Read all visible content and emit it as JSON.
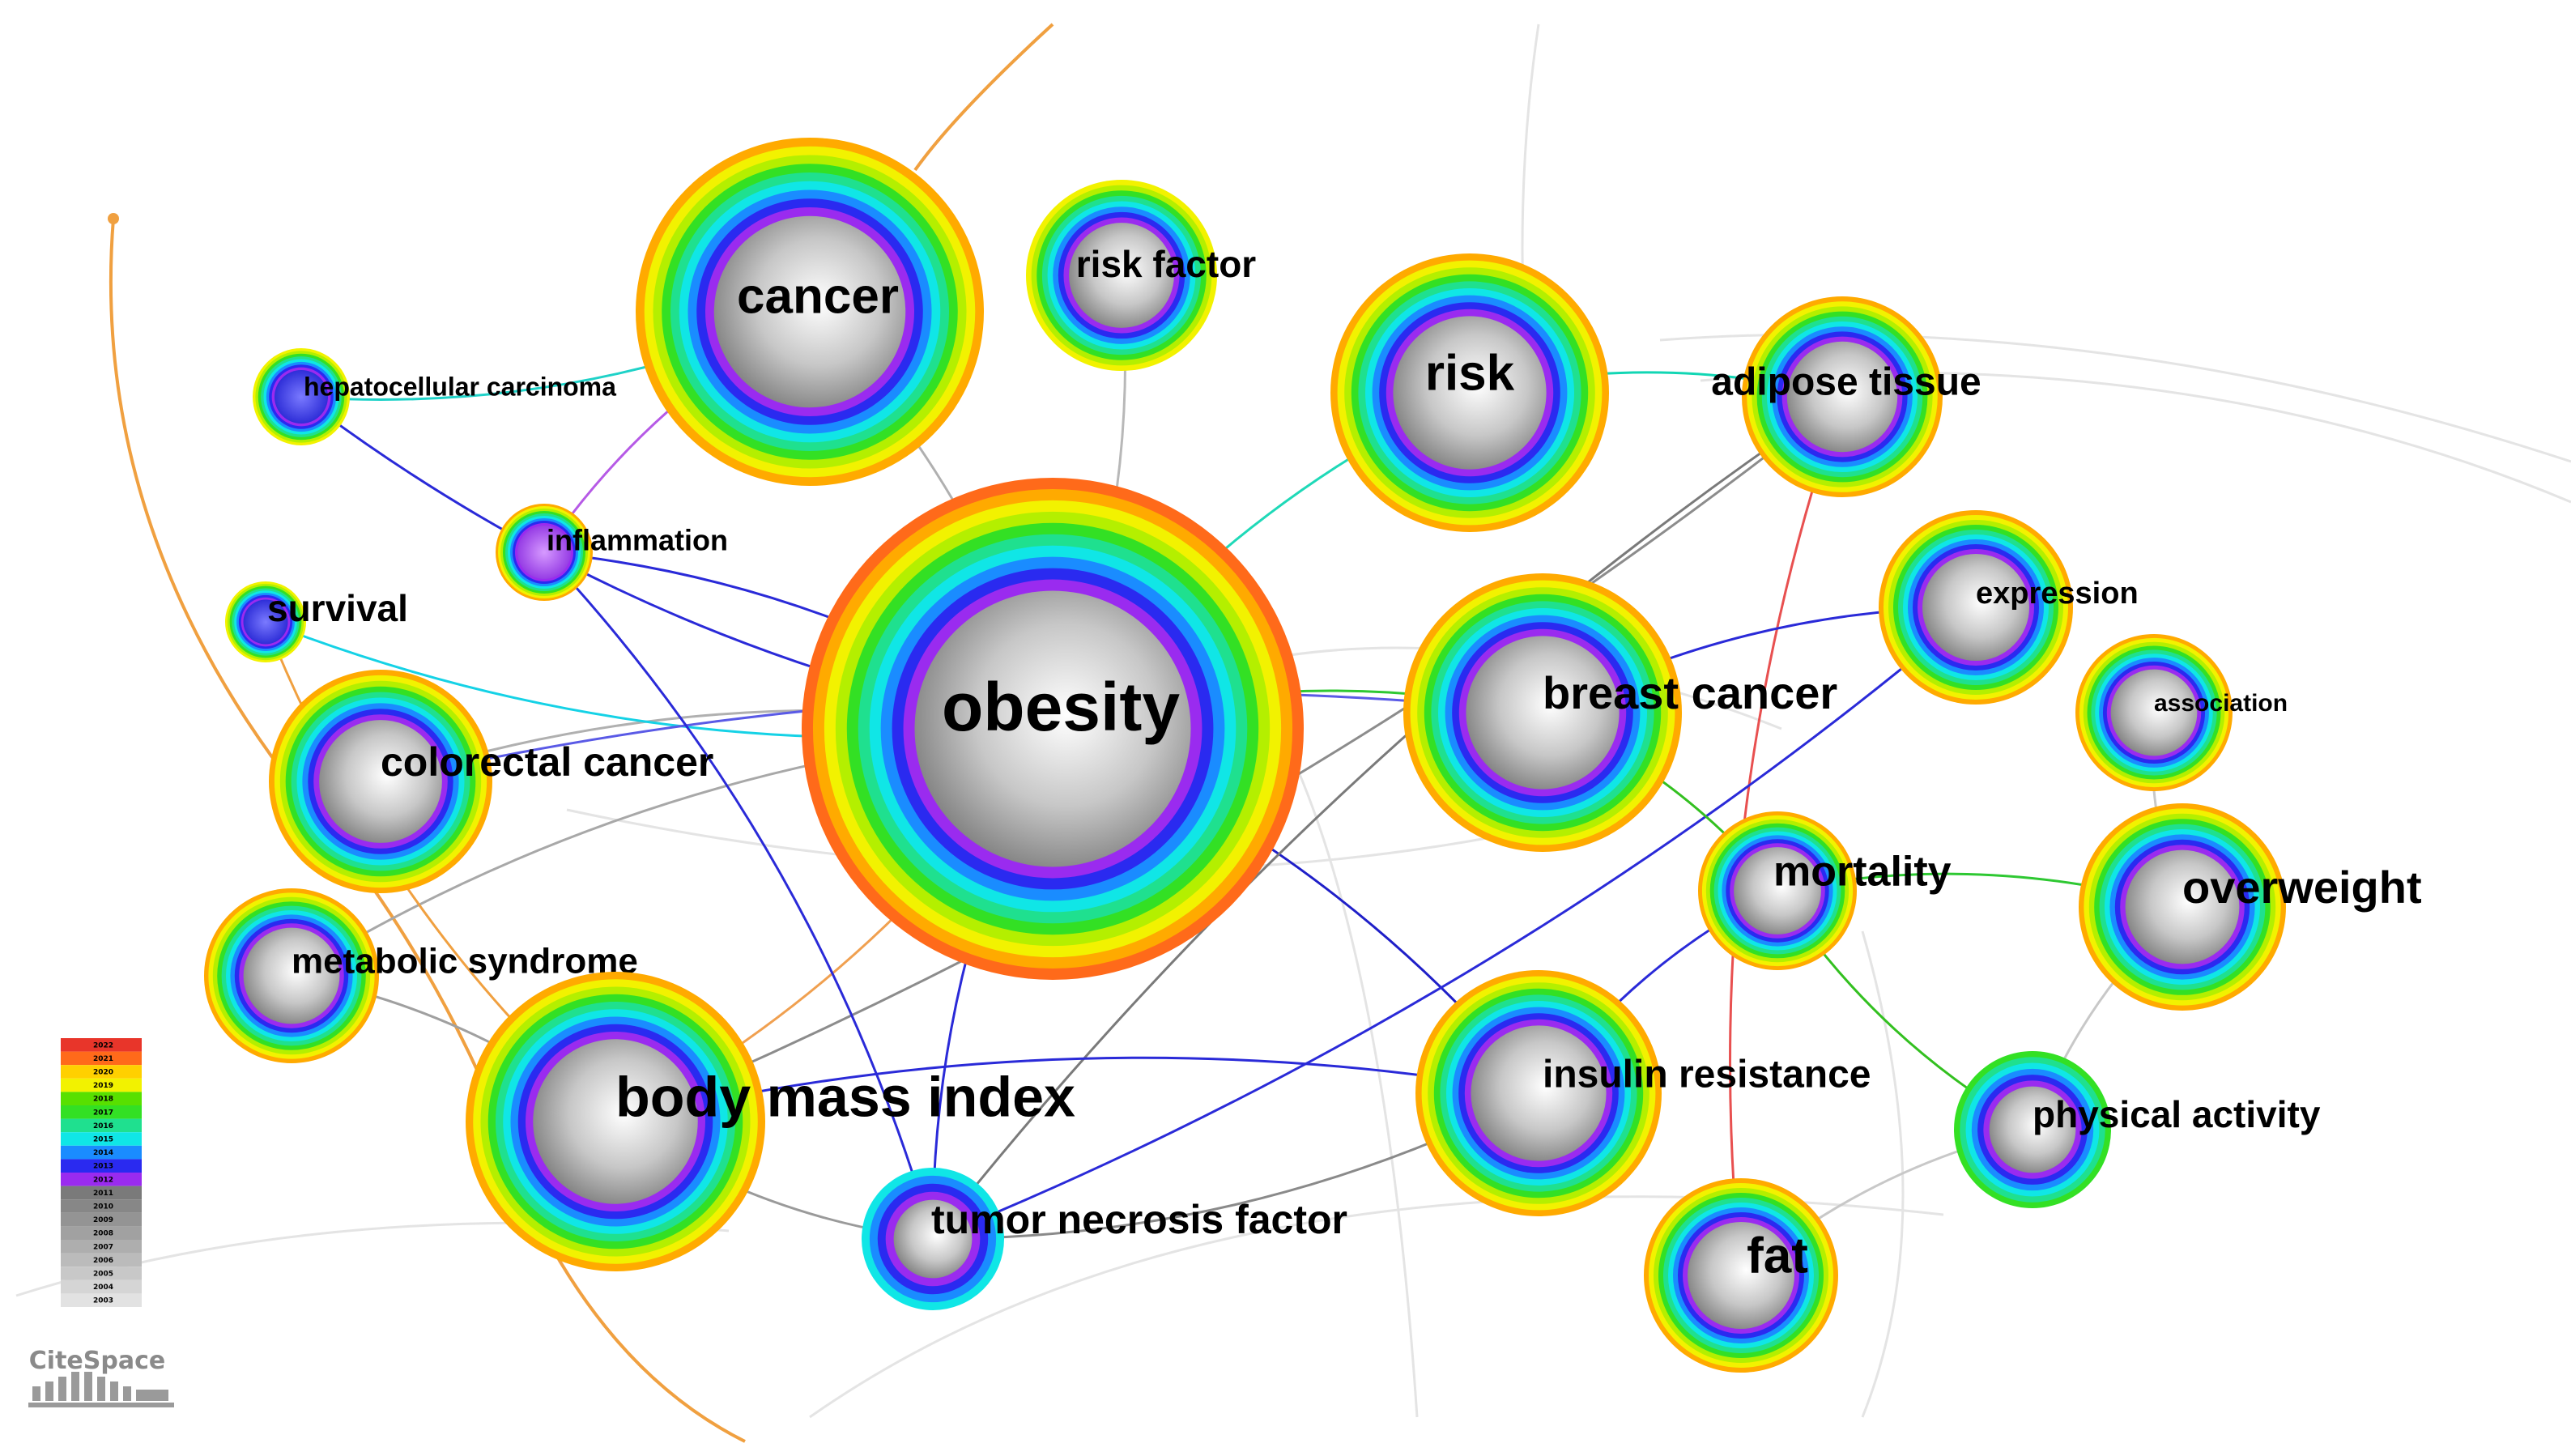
{
  "nodes": [
    {
      "id": "obesity",
      "label": "obesity",
      "rings": 10,
      "core": "gray"
    },
    {
      "id": "cancer",
      "label": "cancer",
      "rings": 9,
      "core": "gray"
    },
    {
      "id": "risk_factor",
      "label": "risk factor",
      "rings": 8,
      "core": "gray"
    },
    {
      "id": "risk",
      "label": "risk",
      "rings": 9,
      "core": "gray"
    },
    {
      "id": "adipose_tissue",
      "label": "adipose tissue",
      "rings": 9,
      "core": "gray"
    },
    {
      "id": "hepatocellular_carcinoma",
      "label": "hepatocellular carcinoma",
      "rings": 8,
      "core": "blue"
    },
    {
      "id": "inflammation",
      "label": "inflammation",
      "rings": 9,
      "core": "purple"
    },
    {
      "id": "survival",
      "label": "survival",
      "rings": 8,
      "core": "blue"
    },
    {
      "id": "expression",
      "label": "expression",
      "rings": 9,
      "core": "gray"
    },
    {
      "id": "association",
      "label": "association",
      "rings": 9,
      "core": "gray"
    },
    {
      "id": "breast_cancer",
      "label": "breast cancer",
      "rings": 9,
      "core": "gray"
    },
    {
      "id": "colorectal_cancer",
      "label": "colorectal cancer",
      "rings": 9,
      "core": "gray"
    },
    {
      "id": "mortality",
      "label": "mortality",
      "rings": 9,
      "core": "gray"
    },
    {
      "id": "overweight",
      "label": "overweight",
      "rings": 9,
      "core": "gray"
    },
    {
      "id": "metabolic_syndrome",
      "label": "metabolic syndrome",
      "rings": 9,
      "core": "gray"
    },
    {
      "id": "body_mass_index",
      "label": "body mass index",
      "rings": 9,
      "core": "gray"
    },
    {
      "id": "insulin_resistance",
      "label": "insulin resistance",
      "rings": 9,
      "core": "gray"
    },
    {
      "id": "physical_activity",
      "label": "physical activity",
      "rings": 6,
      "core": "gray"
    },
    {
      "id": "tumor_necrosis_factor",
      "label": "tumor necrosis factor",
      "rings": 4,
      "core": "gray"
    },
    {
      "id": "fat",
      "label": "fat",
      "rings": 9,
      "core": "gray"
    }
  ],
  "ring_colors": [
    "#e8352a",
    "#ff6a1a",
    "#ffaa00",
    "#f2f200",
    "#b4ef00",
    "#33e024",
    "#1fe08f",
    "#10e6e6",
    "#1a8cff",
    "#2a2af0",
    "#9a2bef"
  ],
  "edges": [
    {
      "from": "obesity",
      "to": "cancer",
      "color": "#b0b0b0"
    },
    {
      "from": "obesity",
      "to": "risk",
      "color": "#1fd9b8"
    },
    {
      "from": "obesity",
      "to": "colorectal_cancer",
      "color": "#b0b0b0"
    },
    {
      "from": "obesity",
      "to": "breast_cancer",
      "color": "#2ec832"
    },
    {
      "from": "obesity",
      "to": "metabolic_syndrome",
      "color": "#a8a8a8"
    },
    {
      "from": "obesity",
      "to": "insulin_resistance",
      "color": "#1f1fc8"
    },
    {
      "from": "obesity",
      "to": "inflammation",
      "color": "#2a2ad8"
    },
    {
      "from": "obesity",
      "to": "survival",
      "color": "#15d2e6"
    },
    {
      "from": "obesity",
      "to": "tumor_necrosis_factor",
      "color": "#2a2ad8"
    },
    {
      "from": "obesity",
      "to": "body_mass_index",
      "color": "#f0a050"
    },
    {
      "from": "obesity",
      "to": "risk_factor",
      "color": "#b8b8b8"
    },
    {
      "from": "cancer",
      "to": "hepatocellular_carcinoma",
      "color": "#1fd2c8"
    },
    {
      "from": "cancer",
      "to": "inflammation",
      "color": "#b65ae6"
    },
    {
      "from": "risk",
      "to": "adipose_tissue",
      "color": "#12d6b4"
    },
    {
      "from": "adipose_tissue",
      "to": "fat",
      "color": "#e85050"
    },
    {
      "from": "adipose_tissue",
      "to": "body_mass_index",
      "color": "#8c8c8c"
    },
    {
      "from": "adipose_tissue",
      "to": "tumor_necrosis_factor",
      "color": "#7a7a7a"
    },
    {
      "from": "expression",
      "to": "tumor_necrosis_factor",
      "color": "#2a2ad8"
    },
    {
      "from": "expression",
      "to": "breast_cancer",
      "color": "#2a2ad8"
    },
    {
      "from": "mortality",
      "to": "overweight",
      "color": "#2ec832"
    },
    {
      "from": "mortality",
      "to": "physical_activity",
      "color": "#33c020"
    },
    {
      "from": "breast_cancer",
      "to": "mortality",
      "color": "#33c020"
    },
    {
      "from": "hepatocellular_carcinoma",
      "to": "obesity",
      "color": "#2a2ad8"
    },
    {
      "from": "colorectal_cancer",
      "to": "breast_cancer",
      "color": "#5a5ae6"
    },
    {
      "from": "survival",
      "to": "body_mass_index",
      "color": "#f0a040"
    },
    {
      "from": "metabolic_syndrome",
      "to": "body_mass_index",
      "color": "#a0a0a0"
    },
    {
      "from": "body_mass_index",
      "to": "tumor_necrosis_factor",
      "color": "#9a9a9a"
    },
    {
      "from": "insulin_resistance",
      "to": "tumor_necrosis_factor",
      "color": "#8a8a8a"
    },
    {
      "from": "mortality",
      "to": "insulin_resistance",
      "color": "#2a2ad8"
    },
    {
      "from": "body_mass_index",
      "to": "insulin_resistance",
      "color": "#2a2ad8"
    },
    {
      "from": "overweight",
      "to": "physical_activity",
      "color": "#c8c8c8"
    },
    {
      "from": "fat",
      "to": "physical_activity",
      "color": "#c8c8c8"
    },
    {
      "from": "association",
      "to": "overweight",
      "color": "#c8c8c8"
    },
    {
      "from": "inflammation",
      "to": "tumor_necrosis_factor",
      "color": "#2a2ad8"
    }
  ],
  "legend": {
    "years": [
      "2022",
      "2021",
      "2020",
      "2019",
      "2018",
      "2017",
      "2016",
      "2015",
      "2014",
      "2013",
      "2012",
      "2011",
      "2010",
      "2009",
      "2008",
      "2007",
      "2006",
      "2005",
      "2004",
      "2003"
    ],
    "colors": [
      "#e8352a",
      "#ff6a1a",
      "#ffd000",
      "#f2f200",
      "#58e000",
      "#33e024",
      "#1fe08f",
      "#10e6e6",
      "#1a8cff",
      "#2a2af0",
      "#9a2bef",
      "#7a7a7a",
      "#878787",
      "#949494",
      "#a1a1a1",
      "#aeaeae",
      "#bbbbbb",
      "#c8c8c8",
      "#d5d5d5",
      "#e2e2e2"
    ]
  },
  "brand": {
    "name": "CiteSpace"
  }
}
